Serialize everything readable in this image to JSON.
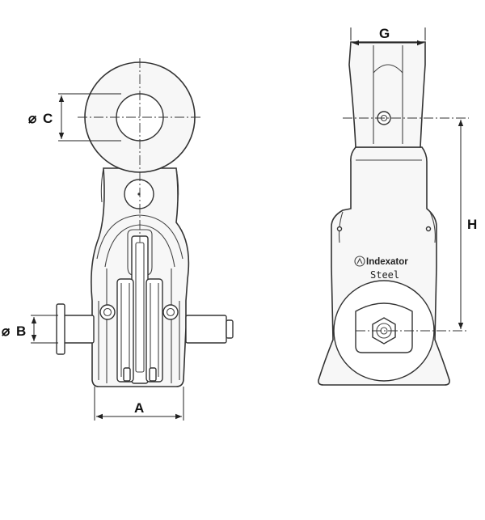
{
  "dimensions": {
    "a": "A",
    "b": "B",
    "c": "C",
    "g": "G",
    "h": "H",
    "diameter_symbol": "⌀"
  },
  "branding": {
    "logo_text": "Indexator",
    "material_text": "Steel"
  }
}
